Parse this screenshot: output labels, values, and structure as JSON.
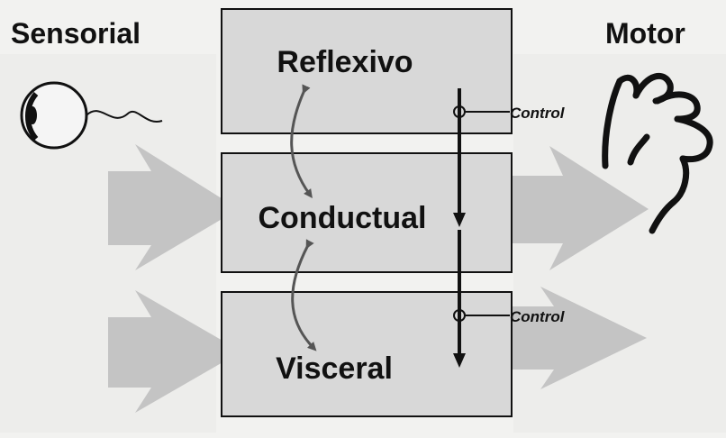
{
  "labels": {
    "sensorial": "Sensorial",
    "motor": "Motor"
  },
  "boxes": {
    "reflexivo": "Reflexivo",
    "conductual": "Conductual",
    "visceral": "Visceral"
  },
  "controls": {
    "upper": "Control",
    "lower": "Control"
  },
  "colors": {
    "background": "#f2f2f0",
    "box_fill": "#d8d8d8",
    "arrow_fill": "#c2c2c2",
    "ink": "#111111"
  },
  "icons": {
    "sensor": "eye-icon",
    "effector": "hand-icon"
  }
}
